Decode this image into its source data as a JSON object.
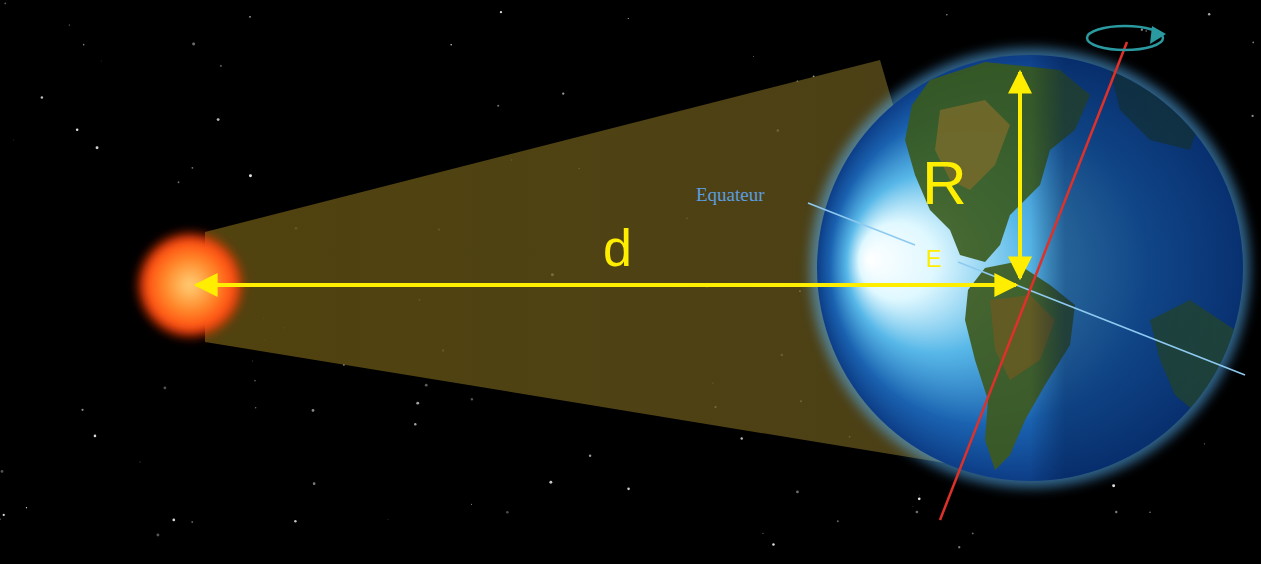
{
  "diagram": {
    "labels": [
      "Equateur",
      "d",
      "R",
      "E"
    ]
  }
}
